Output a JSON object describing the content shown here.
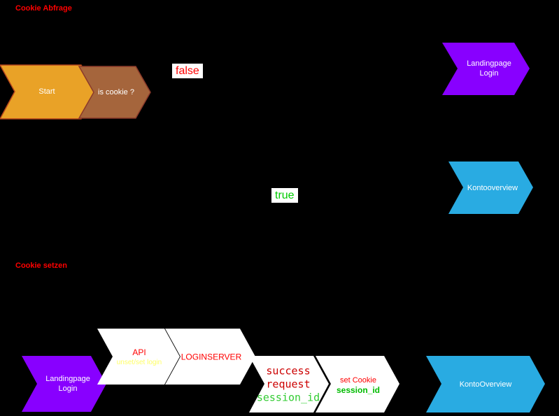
{
  "titles": {
    "cookie_query": "Cookie Abfrage",
    "cookie_set": "Cookie setzen"
  },
  "branches": {
    "false_label": "false",
    "true_label": "true"
  },
  "colors": {
    "background": "#000000",
    "orange": "#E9A227",
    "orange_stroke": "#B5451B",
    "brown": "#A5653C",
    "brown_stroke": "#8B3A2A",
    "purple": "#8800FF",
    "blue": "#29ABE2",
    "white": "#FFFFFF",
    "red": "#FF0000",
    "green": "#00CC00",
    "yellow": "#FFFF66"
  },
  "nodes": {
    "start": {
      "label": "Start"
    },
    "is_cookie": {
      "label": "is cookie ?"
    },
    "landingpage_login_top": {
      "line1": "Landingpage",
      "line2": "Login"
    },
    "kontooverview_top": {
      "label": "Kontooverview"
    },
    "landingpage_login_bottom": {
      "line1": "Landingpage",
      "line2": "Login"
    },
    "api": {
      "line1": "API",
      "line2": "unset/set login"
    },
    "loginserver": {
      "label": "LOGINSERVER"
    },
    "success_request": {
      "line1": "success",
      "line2": "request",
      "line3": "session_id"
    },
    "set_cookie": {
      "line1": "set Cookie",
      "line2": "session_id"
    },
    "kontooverview_bottom": {
      "label": "KontoOverview"
    }
  }
}
